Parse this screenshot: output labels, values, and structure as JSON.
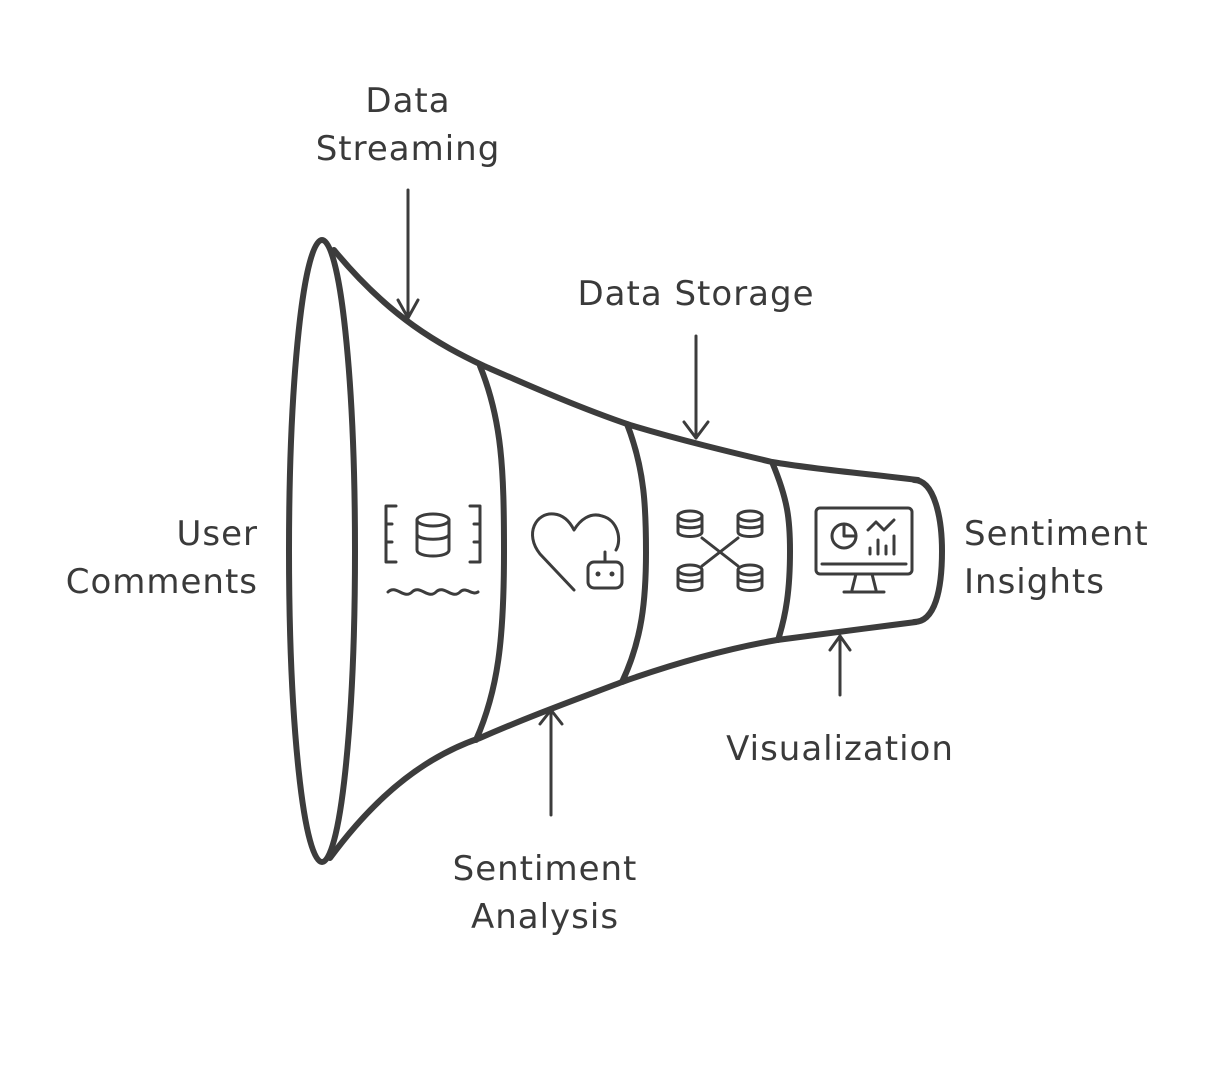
{
  "diagram": {
    "labels": {
      "input_line1": "User",
      "input_line2": "Comments",
      "output_line1": "Sentiment",
      "output_line2": "Insights",
      "stage1_line1": "Data",
      "stage1_line2": "Streaming",
      "stage2_line1": "Sentiment",
      "stage2_line2": "Analysis",
      "stage3": "Data Storage",
      "stage4": "Visualization"
    },
    "icons": {
      "stage1": "data-stream-database-icon",
      "stage2": "heart-robot-icon",
      "stage3": "database-network-icon",
      "stage4": "dashboard-monitor-icon"
    },
    "colors": {
      "ink": "#3c3c3c",
      "background": "#ffffff"
    }
  }
}
